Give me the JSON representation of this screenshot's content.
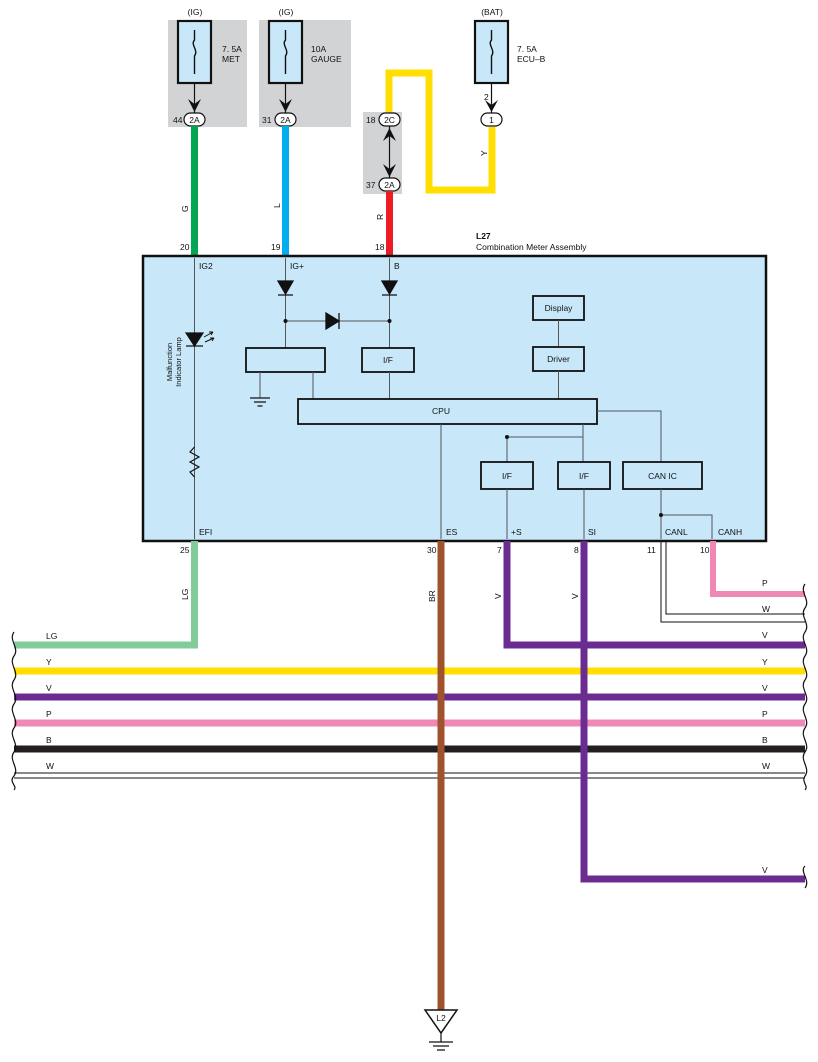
{
  "colors": {
    "green": "#00a651",
    "blue": "#00aeef",
    "red": "#ed1c24",
    "yellow": "#ffde00",
    "light_green": "#82cc9b",
    "brown": "#a0522d",
    "violet": "#6b2c91",
    "pink": "#f088b6",
    "black": "#231f20",
    "module_fill": "#c8e8fa",
    "fuse_bg": "#d2d3d5"
  },
  "fuses": [
    {
      "source": "(IG)",
      "rating": "7. 5A",
      "name": "MET",
      "pin": "44",
      "connector": "2A"
    },
    {
      "source": "(IG)",
      "rating": "10A",
      "name": "GAUGE",
      "pin": "31",
      "connector": "2A"
    },
    {
      "source": "(BAT)",
      "rating": "7. 5A",
      "name": "ECU–B",
      "pin": "2",
      "connector": "1"
    }
  ],
  "junction": {
    "top_pin": "18",
    "top_connector": "2C",
    "bottom_pin": "37",
    "bottom_connector": "2A"
  },
  "module": {
    "code": "L27",
    "name": "Combination Meter Assembly",
    "lamp_label_1": "Malfunction",
    "lamp_label_2": "Indicator Lamp",
    "top_pins": [
      {
        "pin": "20",
        "label": "IG2",
        "wire": "G"
      },
      {
        "pin": "19",
        "label": "IG+",
        "wire": "L"
      },
      {
        "pin": "18",
        "label": "B",
        "wire": "R"
      }
    ],
    "bottom_pins": [
      {
        "pin": "25",
        "label": "EFI",
        "wire": "LG"
      },
      {
        "pin": "30",
        "label": "ES",
        "wire": "BR"
      },
      {
        "pin": "7",
        "label": "+S",
        "wire": "V"
      },
      {
        "pin": "8",
        "label": "SI",
        "wire": "V"
      },
      {
        "pin": "11",
        "label": "CANL"
      },
      {
        "pin": "10",
        "label": "CANH"
      }
    ],
    "blocks": {
      "display": "Display",
      "driver": "Driver",
      "if": "I/F",
      "cpu": "CPU",
      "can_ic": "CAN IC"
    }
  },
  "bus_wires": [
    "LG",
    "Y",
    "V",
    "P",
    "B",
    "W"
  ],
  "yellow_wire_label": "Y",
  "right_labels": {
    "canh": "P",
    "canl": "W",
    "plus_s": "V",
    "si": "V"
  },
  "ground": "L2"
}
